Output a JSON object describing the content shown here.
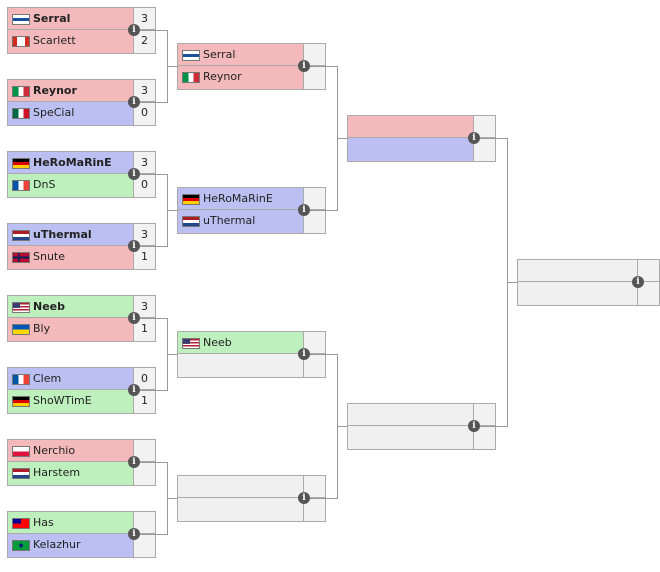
{
  "colors": {
    "red": "#f3b9bb",
    "blue": "#bbbff2",
    "green": "#bdf0bd",
    "empty": "#f0f0f0"
  },
  "round1": [
    {
      "p1": {
        "name": "Serral",
        "flag": "finland-flag-icon",
        "score": "3",
        "color": "red",
        "bold": true
      },
      "p2": {
        "name": "Scarlett",
        "flag": "canada-flag-icon",
        "score": "2",
        "color": "red",
        "bold": false
      }
    },
    {
      "p1": {
        "name": "Reynor",
        "flag": "italy-flag-icon",
        "score": "3",
        "color": "red",
        "bold": true
      },
      "p2": {
        "name": "SpeCial",
        "flag": "mexico-flag-icon",
        "score": "0",
        "color": "blue",
        "bold": false
      }
    },
    {
      "p1": {
        "name": "HeRoMaRinE",
        "flag": "germany-flag-icon",
        "score": "3",
        "color": "blue",
        "bold": true
      },
      "p2": {
        "name": "DnS",
        "flag": "france-flag-icon",
        "score": "0",
        "color": "green",
        "bold": false
      }
    },
    {
      "p1": {
        "name": "uThermal",
        "flag": "netherlands-flag-icon",
        "score": "3",
        "color": "blue",
        "bold": true
      },
      "p2": {
        "name": "Snute",
        "flag": "norway-flag-icon",
        "score": "1",
        "color": "red",
        "bold": false
      }
    },
    {
      "p1": {
        "name": "Neeb",
        "flag": "usa-flag-icon",
        "score": "3",
        "color": "green",
        "bold": true
      },
      "p2": {
        "name": "Bly",
        "flag": "ukraine-flag-icon",
        "score": "1",
        "color": "red",
        "bold": false
      }
    },
    {
      "p1": {
        "name": "Clem",
        "flag": "france-flag-icon",
        "score": "0",
        "color": "blue",
        "bold": false
      },
      "p2": {
        "name": "ShoWTimE",
        "flag": "germany-flag-icon",
        "score": "1",
        "color": "green",
        "bold": false
      }
    },
    {
      "p1": {
        "name": "Nerchio",
        "flag": "poland-flag-icon",
        "score": "",
        "color": "red",
        "bold": false
      },
      "p2": {
        "name": "Harstem",
        "flag": "netherlands-flag-icon",
        "score": "",
        "color": "green",
        "bold": false
      }
    },
    {
      "p1": {
        "name": "Has",
        "flag": "taiwan-flag-icon",
        "score": "",
        "color": "green",
        "bold": false
      },
      "p2": {
        "name": "Kelazhur",
        "flag": "brazil-flag-icon",
        "score": "",
        "color": "blue",
        "bold": false
      }
    }
  ],
  "round2": [
    {
      "p1": {
        "name": "Serral",
        "flag": "finland-flag-icon",
        "score": "",
        "color": "red",
        "bold": false
      },
      "p2": {
        "name": "Reynor",
        "flag": "italy-flag-icon",
        "score": "",
        "color": "red",
        "bold": false
      }
    },
    {
      "p1": {
        "name": "HeRoMaRinE",
        "flag": "germany-flag-icon",
        "score": "",
        "color": "blue",
        "bold": false
      },
      "p2": {
        "name": "uThermal",
        "flag": "netherlands-flag-icon",
        "score": "",
        "color": "blue",
        "bold": false
      }
    },
    {
      "p1": {
        "name": "Neeb",
        "flag": "usa-flag-icon",
        "score": "",
        "color": "green",
        "bold": false
      },
      "p2": {
        "name": "",
        "flag": "",
        "score": "",
        "color": "empty",
        "bold": false
      }
    },
    {
      "p1": {
        "name": "",
        "flag": "",
        "score": "",
        "color": "empty",
        "bold": false
      },
      "p2": {
        "name": "",
        "flag": "",
        "score": "",
        "color": "empty",
        "bold": false
      }
    }
  ],
  "round3": [
    {
      "p1": {
        "name": "",
        "flag": "",
        "score": "",
        "color": "red",
        "bold": false
      },
      "p2": {
        "name": "",
        "flag": "",
        "score": "",
        "color": "blue",
        "bold": false
      }
    },
    {
      "p1": {
        "name": "",
        "flag": "",
        "score": "",
        "color": "empty",
        "bold": false
      },
      "p2": {
        "name": "",
        "flag": "",
        "score": "",
        "color": "empty",
        "bold": false
      }
    }
  ],
  "round4": [
    {
      "p1": {
        "name": "",
        "flag": "",
        "score": "",
        "color": "empty",
        "bold": false
      },
      "p2": {
        "name": "",
        "flag": "",
        "score": "",
        "color": "empty",
        "bold": false
      }
    }
  ],
  "info_glyph": "i"
}
